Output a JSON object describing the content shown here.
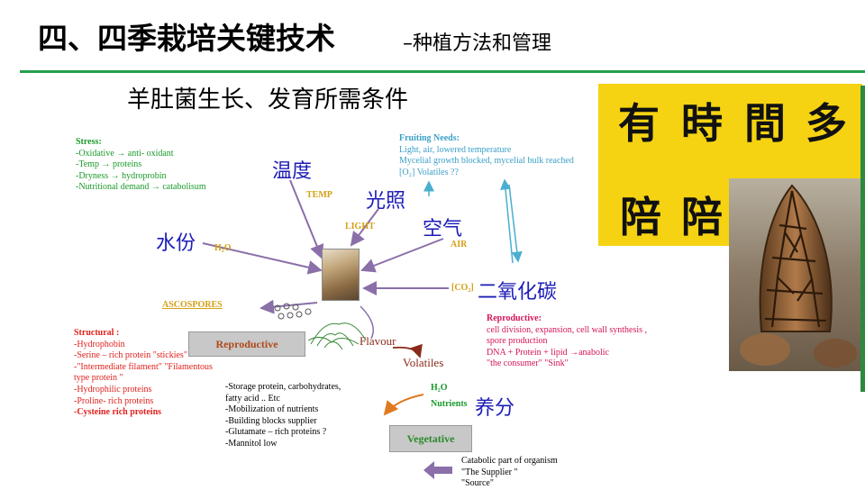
{
  "header": {
    "title": "四、四季栽培关键技术",
    "subtitle": "种植方法和管理"
  },
  "diagram": {
    "heading": "羊肚菌生长、发育所需条件",
    "factors": {
      "temperature": {
        "cn": "温度",
        "en": "TEMP"
      },
      "light": {
        "cn": "光照",
        "en": "LIGHT"
      },
      "air": {
        "cn": "空气",
        "en": "AIR"
      },
      "water": {
        "cn": "水份",
        "en": "H₂O"
      },
      "co2": {
        "cn": "二氧化碳",
        "en": "[CO₂]"
      },
      "nutrients": {
        "cn": "养分",
        "h2o": "H₂O",
        "en": "Nutrients"
      }
    },
    "stress": {
      "title": "Stress:",
      "items": [
        "-Oxidative → anti- oxidant",
        "-Temp       → proteins",
        "-Dryness → hydroprobin",
        "-Nutritional demand → catabolisum"
      ]
    },
    "fruiting": {
      "title": "Fruiting Needs:",
      "items": [
        "Light, air, lowered temperature",
        "Mycelial growth blocked, mycelial bulk reached",
        "[O₂]       Volatiles       ??"
      ]
    },
    "ascospores": "ASCOSPORES",
    "reproductive_box": "Reproductive",
    "vegetative_box": "Vegetative",
    "flavour": "Flavour",
    "volatiles": "Volatiles",
    "structural": {
      "title": "Structural :",
      "items": [
        "-Hydrophobin",
        "-Serine – rich protein \"stickies\"",
        "-\"Intermediate filament\" \"Filamentous",
        "type protein \"",
        "-Hydrophilic proteins",
        "-Proline- rich proteins",
        "-Cysteine rich proteins"
      ]
    },
    "storage": {
      "items": [
        "-Storage  protein, carbohydrates,",
        "fatty acid .. Etc",
        "-Mobilization of nutrients",
        "-Building blocks supplier",
        "-Glutamate – rich proteins ?",
        "-Mannitol  low"
      ]
    },
    "reproductive": {
      "title": "Reproductive:",
      "items": [
        "cell division, expansion, cell wall synthesis ,",
        "spore production",
        "DNA + Protein + lipid →anabolic",
        "\"the consumer\" \"Sink\""
      ]
    },
    "catabolic": {
      "items": [
        "Catabolic part of organism",
        "\"The Supplier \"",
        "\"Source\""
      ]
    }
  },
  "calligraphy": {
    "line1": [
      "有",
      "時",
      "間",
      "多"
    ],
    "line2": [
      "陪",
      "陪"
    ]
  },
  "colors": {
    "accent_green": "#27a04b",
    "factor_blue": "#1c1cb8",
    "factor_gold": "#d4a017",
    "stress_green": "#1a9a2a",
    "fruiting_teal": "#3aa0c8",
    "structural_red": "#e0201c",
    "arrow_purple": "#8a6fa8",
    "calligraphy_yellow": "#f5d312"
  }
}
